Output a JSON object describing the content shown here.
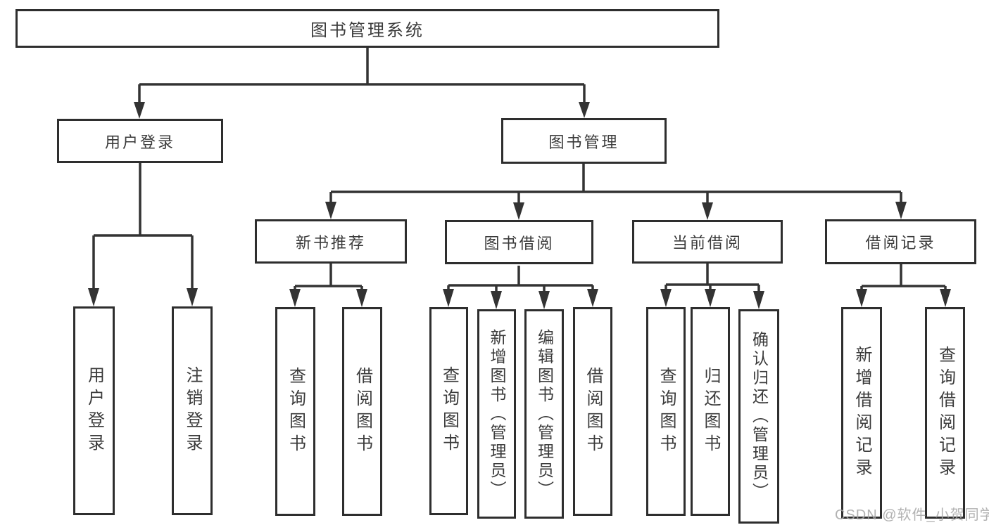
{
  "diagram": {
    "type": "tree",
    "title": "图书管理系统",
    "branches": [
      {
        "label": "用户登录",
        "children": [
          {
            "label": "用户登录"
          },
          {
            "label": "注销登录"
          }
        ]
      },
      {
        "label": "图书管理",
        "children": [
          {
            "label": "新书推荐",
            "children": [
              {
                "label": "查询图书"
              },
              {
                "label": "借阅图书"
              }
            ]
          },
          {
            "label": "图书借阅",
            "children": [
              {
                "label": "查询图书"
              },
              {
                "label": "新增图书（管理员）"
              },
              {
                "label": "编辑图书（管理员）"
              },
              {
                "label": "借阅图书"
              }
            ]
          },
          {
            "label": "当前借阅",
            "children": [
              {
                "label": "查询图书"
              },
              {
                "label": "归还图书"
              },
              {
                "label": "确认归还（管理员）"
              }
            ]
          },
          {
            "label": "借阅记录",
            "children": [
              {
                "label": "新增借阅记录"
              },
              {
                "label": "查询借阅记录"
              }
            ]
          }
        ]
      }
    ]
  },
  "watermark": {
    "text": "CSDN @软件_小贺同学"
  },
  "colors": {
    "line": "#333333",
    "box_border": "#2e2e2e",
    "text": "#3b3b3b",
    "watermark": "#a5a5a5",
    "background": "#ffffff"
  }
}
